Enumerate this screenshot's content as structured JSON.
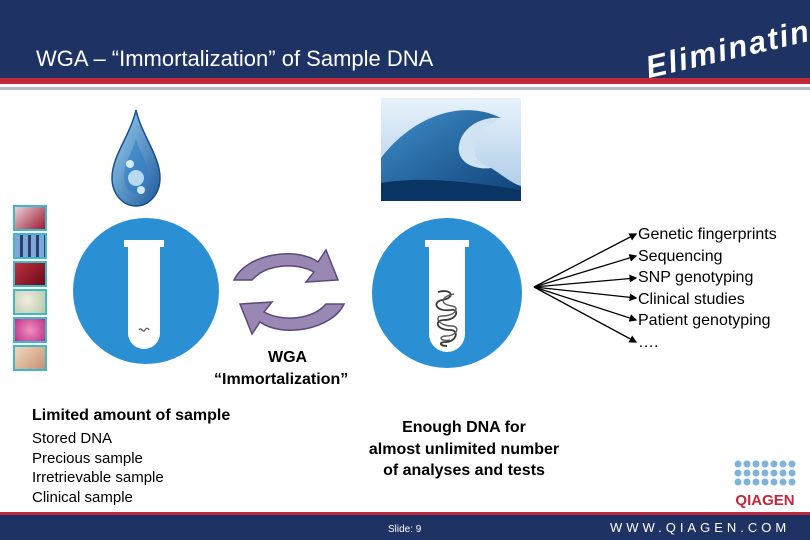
{
  "header": {
    "title": "WGA – “Immortalization” of Sample DNA",
    "brand_word": "Eliminating"
  },
  "center": {
    "arrow_label_line1": "WGA",
    "arrow_label_line2": "“Immortalization”"
  },
  "left_block": {
    "heading": "Limited amount of sample",
    "items": [
      "Stored DNA",
      "Precious sample",
      "Irretrievable sample",
      "Clinical sample"
    ]
  },
  "middle_block": {
    "lines": [
      "Enough DNA for",
      "almost unlimited number",
      "of analyses and tests"
    ]
  },
  "applications": {
    "items": [
      "Genetic fingerprints",
      "Sequencing",
      "SNP genotyping",
      "Clinical studies",
      "Patient genotyping",
      "…."
    ]
  },
  "footer": {
    "slide_label": "Slide: 9",
    "website": "WWW.QIAGEN.COM",
    "logo_text": "QIAGEN"
  },
  "colors": {
    "navy": "#1e3263",
    "red": "#c0283c",
    "blue_circle": "#2b8fd4",
    "cycle_arrow": "#9a88b4"
  }
}
